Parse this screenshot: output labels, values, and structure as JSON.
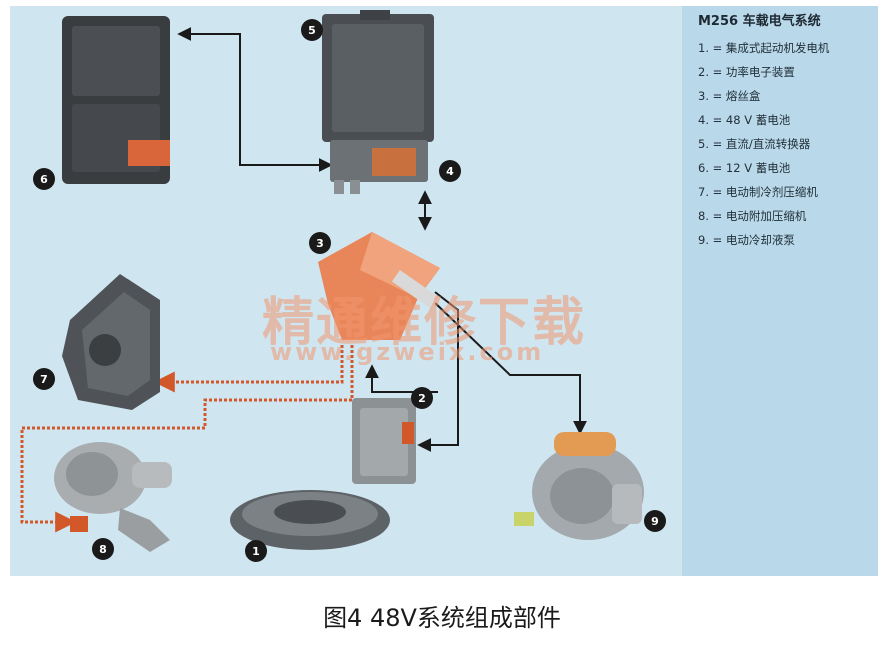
{
  "legend": {
    "title": "M256 车载电气系统",
    "items": [
      "1. = 集成式起动机发电机",
      "2. = 功率电子装置",
      "3. = 熔丝盒",
      "4. = 48 V 蓄电池",
      "5. = 直流/直流转换器",
      "6. = 12 V 蓄电池",
      "7. = 电动制冷剂压缩机",
      "8. = 电动附加压缩机",
      "9. = 电动冷却液泵"
    ]
  },
  "badges": [
    "1",
    "2",
    "3",
    "4",
    "5",
    "6",
    "7",
    "8",
    "9"
  ],
  "watermark": {
    "cn": "精通维修下载",
    "url": "www.gzweix.com"
  },
  "caption": "图4 48V系统组成部件",
  "colors": {
    "panel": "#cfe6f1",
    "legend_bg": "#b9d8e9",
    "cable": "#d2582a",
    "fuse_box": "#e8865a",
    "badge": "#1a1a1a"
  }
}
